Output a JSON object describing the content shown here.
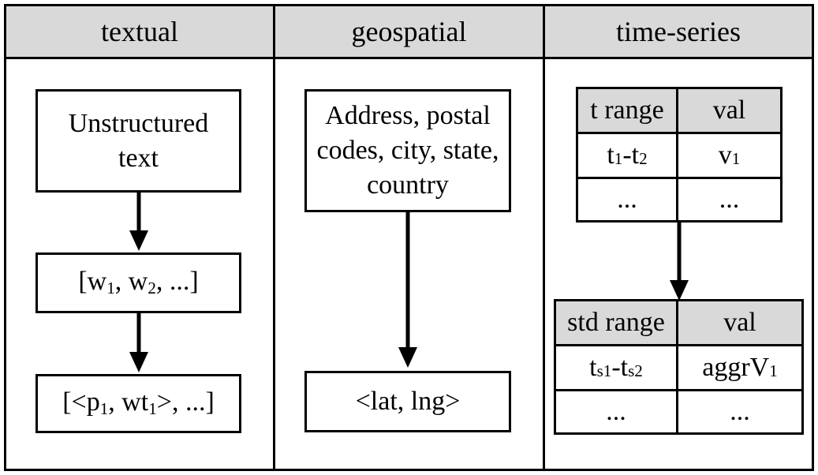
{
  "columns": [
    {
      "header": "textual"
    },
    {
      "header": "geospatial"
    },
    {
      "header": "time-series"
    }
  ],
  "textual": {
    "box1": "Unstructured text",
    "box2": "[w<sub>1</sub>, w<sub>2</sub>, ...]",
    "box3": "[&lt;p<sub>1</sub>, wt<sub>1</sub>&gt;, ...]"
  },
  "geospatial": {
    "box1": "Address, postal codes, city, state, country",
    "box2": "<lat, lng>"
  },
  "timeseries": {
    "table1": {
      "headers": [
        "t range",
        "val"
      ],
      "rows": [
        [
          "t<sub>1</sub>-t<sub>2</sub>",
          "v<sub>1</sub>"
        ],
        [
          "...",
          "..."
        ]
      ]
    },
    "table2": {
      "headers": [
        "std range",
        "val"
      ],
      "rows": [
        [
          "t<sub>s1</sub>-t<sub>s2</sub>",
          "aggrV<sub>1</sub>"
        ],
        [
          "...",
          "..."
        ]
      ]
    }
  }
}
